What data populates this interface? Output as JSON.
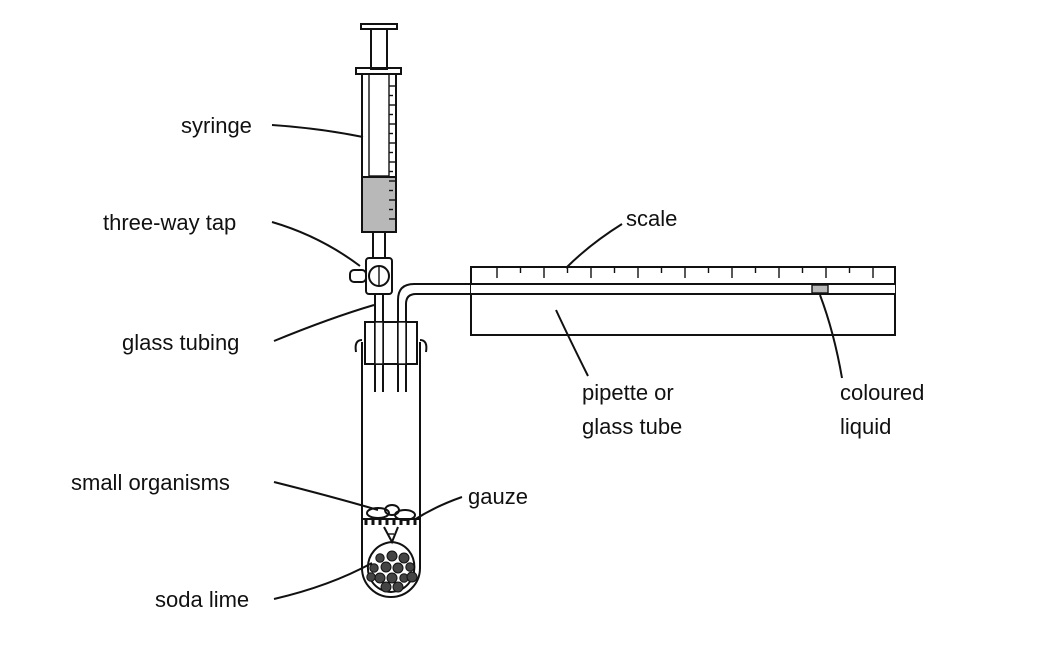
{
  "labels": {
    "syringe": "syringe",
    "three_way_tap": "three-way tap",
    "glass_tubing": "glass tubing",
    "small_organisms": "small organisms",
    "soda_lime": "soda lime",
    "scale": "scale",
    "gauze": "gauze",
    "pipette_line1": "pipette or",
    "pipette_line2": "glass tube",
    "coloured_line1": "coloured",
    "coloured_line2": "liquid"
  },
  "colors": {
    "liquid_fill": "#b8b8b8",
    "stopper": "#555555",
    "soda_lime_granule": "#444444"
  }
}
